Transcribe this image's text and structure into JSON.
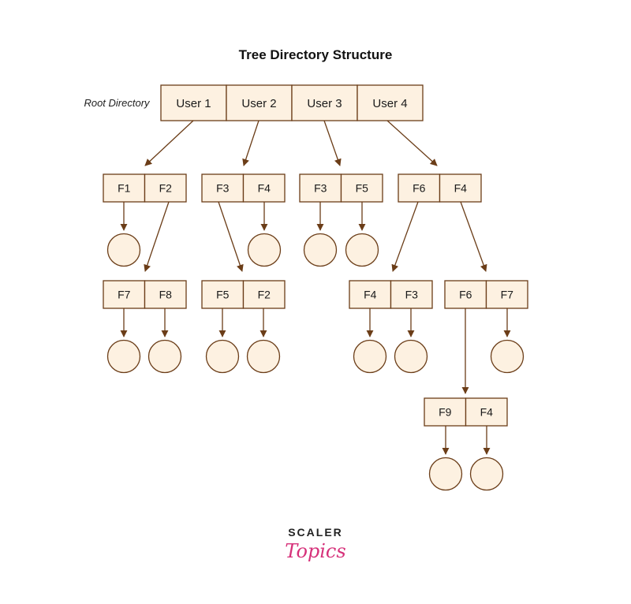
{
  "title": "Tree Directory Structure",
  "root_label": "Root Directory",
  "colors": {
    "box_fill": "#fdf1e1",
    "stroke": "#6b3d18",
    "brand_pink": "#d6317a"
  },
  "brand": {
    "top": "SCALER",
    "bottom": "Topics"
  },
  "root": {
    "cells": [
      "User 1",
      "User 2",
      "User 3",
      "User 4"
    ]
  },
  "directories": {
    "u1": [
      "F1",
      "F2"
    ],
    "u2": [
      "F3",
      "F4"
    ],
    "u3": [
      "F3",
      "F5"
    ],
    "u4": [
      "F6",
      "F4"
    ],
    "u1_f2": [
      "F7",
      "F8"
    ],
    "u2_f3": [
      "F5",
      "F2"
    ],
    "u4_f6": [
      "F4",
      "F3"
    ],
    "u4_f4": [
      "F6",
      "F7"
    ],
    "u4_f4_f6": [
      "F9",
      "F4"
    ]
  },
  "edges": [
    {
      "from": "root.0",
      "to": "u1"
    },
    {
      "from": "root.1",
      "to": "u2"
    },
    {
      "from": "root.2",
      "to": "u3"
    },
    {
      "from": "root.3",
      "to": "u4"
    },
    {
      "from": "u1.0",
      "to": "file"
    },
    {
      "from": "u1.1",
      "to": "u1_f2"
    },
    {
      "from": "u2.0",
      "to": "u2_f3"
    },
    {
      "from": "u2.1",
      "to": "file"
    },
    {
      "from": "u3.0",
      "to": "file"
    },
    {
      "from": "u3.1",
      "to": "file"
    },
    {
      "from": "u4.0",
      "to": "u4_f6"
    },
    {
      "from": "u4.1",
      "to": "u4_f4"
    },
    {
      "from": "u1_f2.0",
      "to": "file"
    },
    {
      "from": "u1_f2.1",
      "to": "file"
    },
    {
      "from": "u2_f3.0",
      "to": "file"
    },
    {
      "from": "u2_f3.1",
      "to": "file"
    },
    {
      "from": "u4_f6.0",
      "to": "file"
    },
    {
      "from": "u4_f6.1",
      "to": "file"
    },
    {
      "from": "u4_f4.0",
      "to": "u4_f4_f6"
    },
    {
      "from": "u4_f4.1",
      "to": "file"
    },
    {
      "from": "u4_f4_f6.0",
      "to": "file"
    },
    {
      "from": "u4_f4_f6.1",
      "to": "file"
    }
  ]
}
